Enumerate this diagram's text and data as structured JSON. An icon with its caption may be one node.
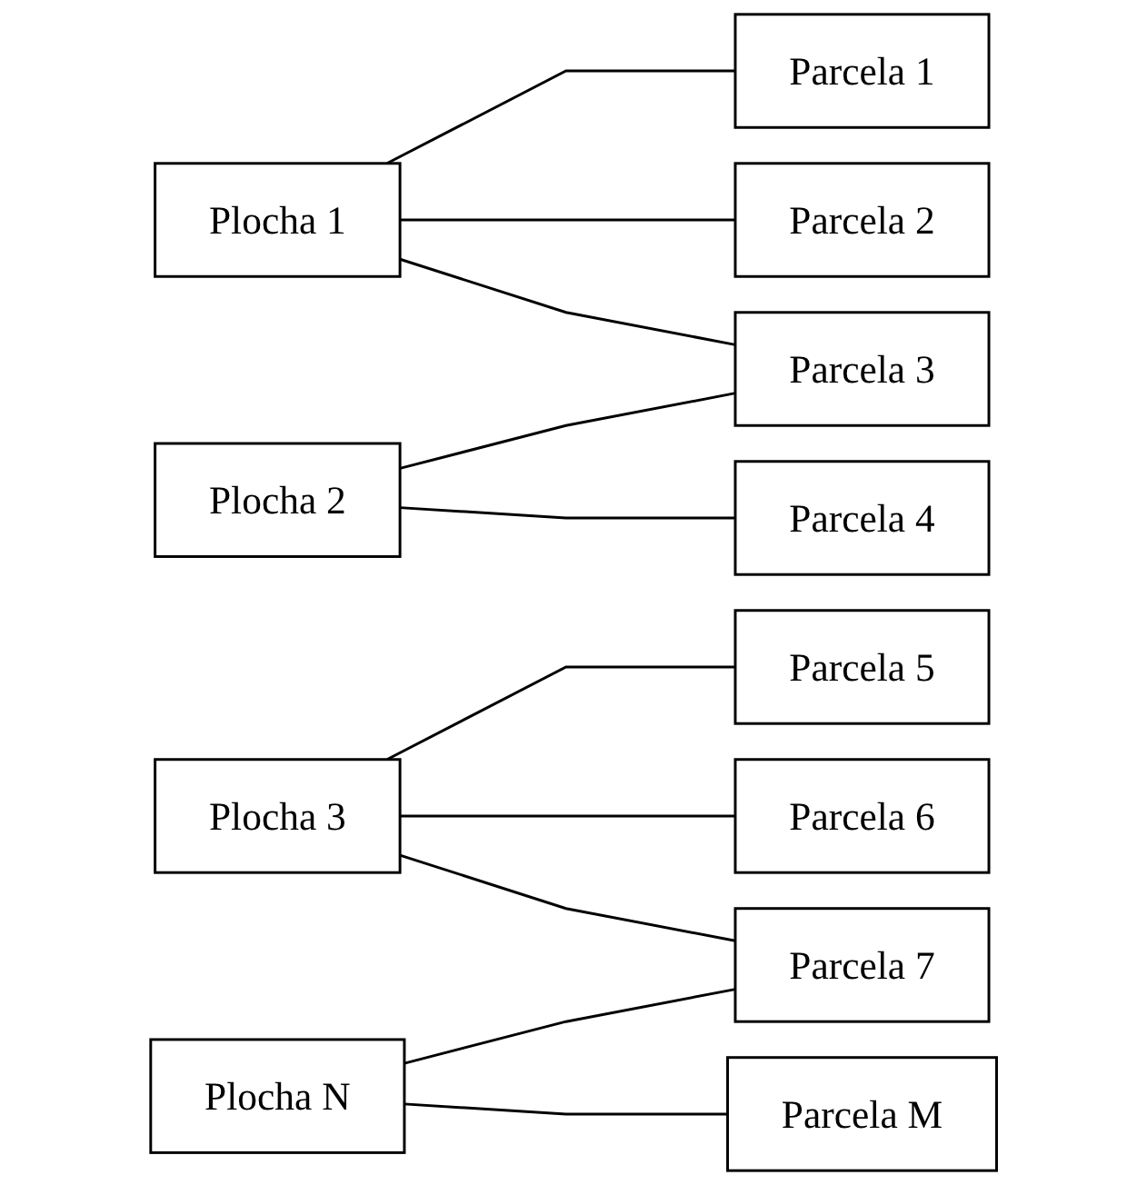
{
  "diagram": {
    "nodes": [
      {
        "text": [
          "Plocha 1"
        ]
      },
      {
        "text": [
          "Plocha 2"
        ]
      },
      {
        "text": [
          "Plocha 3"
        ]
      },
      {
        "text": [
          "Plocha N"
        ]
      },
      {
        "text": [
          "Parcela 1"
        ]
      },
      {
        "text": [
          "Parcela 2"
        ]
      },
      {
        "text": [
          "Parcela 3"
        ]
      },
      {
        "text": [
          "Parcela 4"
        ]
      },
      {
        "text": [
          "Parcela 5"
        ]
      },
      {
        "text": [
          "Parcela 6"
        ]
      },
      {
        "text": [
          "Parcela 7"
        ]
      },
      {
        "text": [
          "Parcela M"
        ]
      }
    ],
    "edges": [
      {
        "from": 0,
        "to": 4,
        "arrow": "none"
      },
      {
        "from": 0,
        "to": 5,
        "arrow": "none"
      },
      {
        "from": 0,
        "to": 6,
        "arrow": "none"
      },
      {
        "from": 1,
        "to": 6,
        "arrow": "none"
      },
      {
        "from": 1,
        "to": 7,
        "arrow": "none"
      },
      {
        "from": 2,
        "to": 8,
        "arrow": "none"
      },
      {
        "from": 2,
        "to": 9,
        "arrow": "none"
      },
      {
        "from": 2,
        "to": 10,
        "arrow": "none"
      },
      {
        "from": 3,
        "to": 10,
        "arrow": "none"
      },
      {
        "from": 3,
        "to": 11,
        "arrow": "none"
      }
    ]
  }
}
